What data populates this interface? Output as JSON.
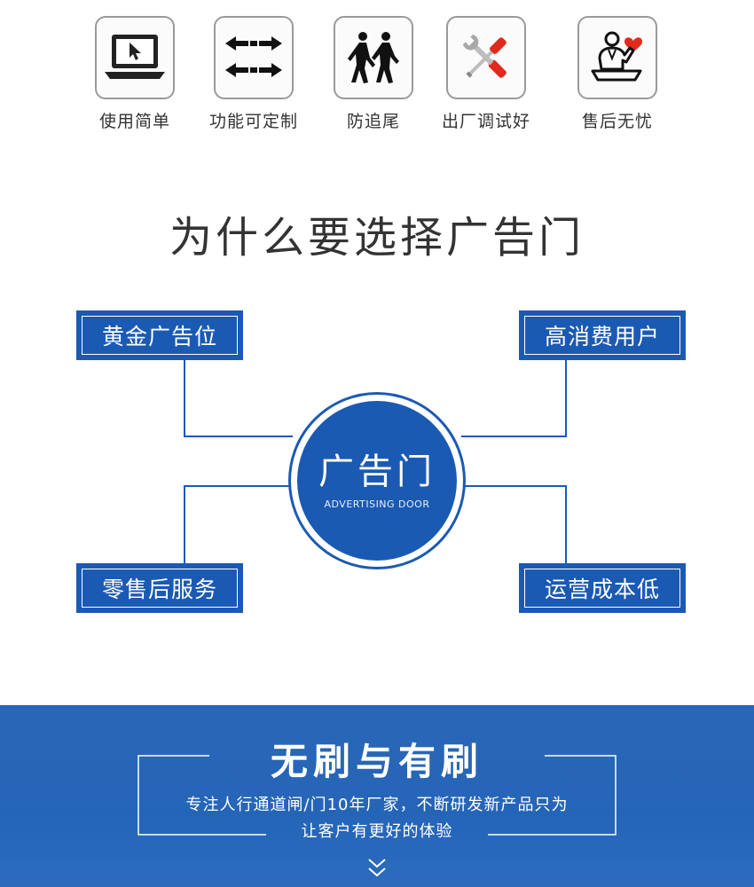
{
  "features": [
    {
      "icon": "laptop-cursor-icon",
      "label": "使用简单"
    },
    {
      "icon": "arrows-exchange-icon",
      "label": "功能可定制"
    },
    {
      "icon": "walking-people-icon",
      "label": "防追尾"
    },
    {
      "icon": "wrench-screwdriver-icon",
      "label": "出厂调试好"
    },
    {
      "icon": "service-person-heart-icon",
      "label": "售后无忧"
    }
  ],
  "heading": "为什么要选择广告门",
  "diagram": {
    "center_title": "广告门",
    "center_subtitle": "ADVERTISING DOOR",
    "tags": {
      "top_left": "黄金广告位",
      "top_right": "高消费用户",
      "bottom_left": "零售后服务",
      "bottom_right": "运营成本低"
    }
  },
  "banner": {
    "title": "无刷与有刷",
    "desc_line1": "专注人行通道闸/门10年厂家，不断研发新产品只为",
    "desc_line2": "让客户有更好的体验"
  },
  "colors": {
    "accent_blue": "#1b5ab3",
    "banner_blue": "#2565b7",
    "red_accent": "#e02a1d"
  }
}
